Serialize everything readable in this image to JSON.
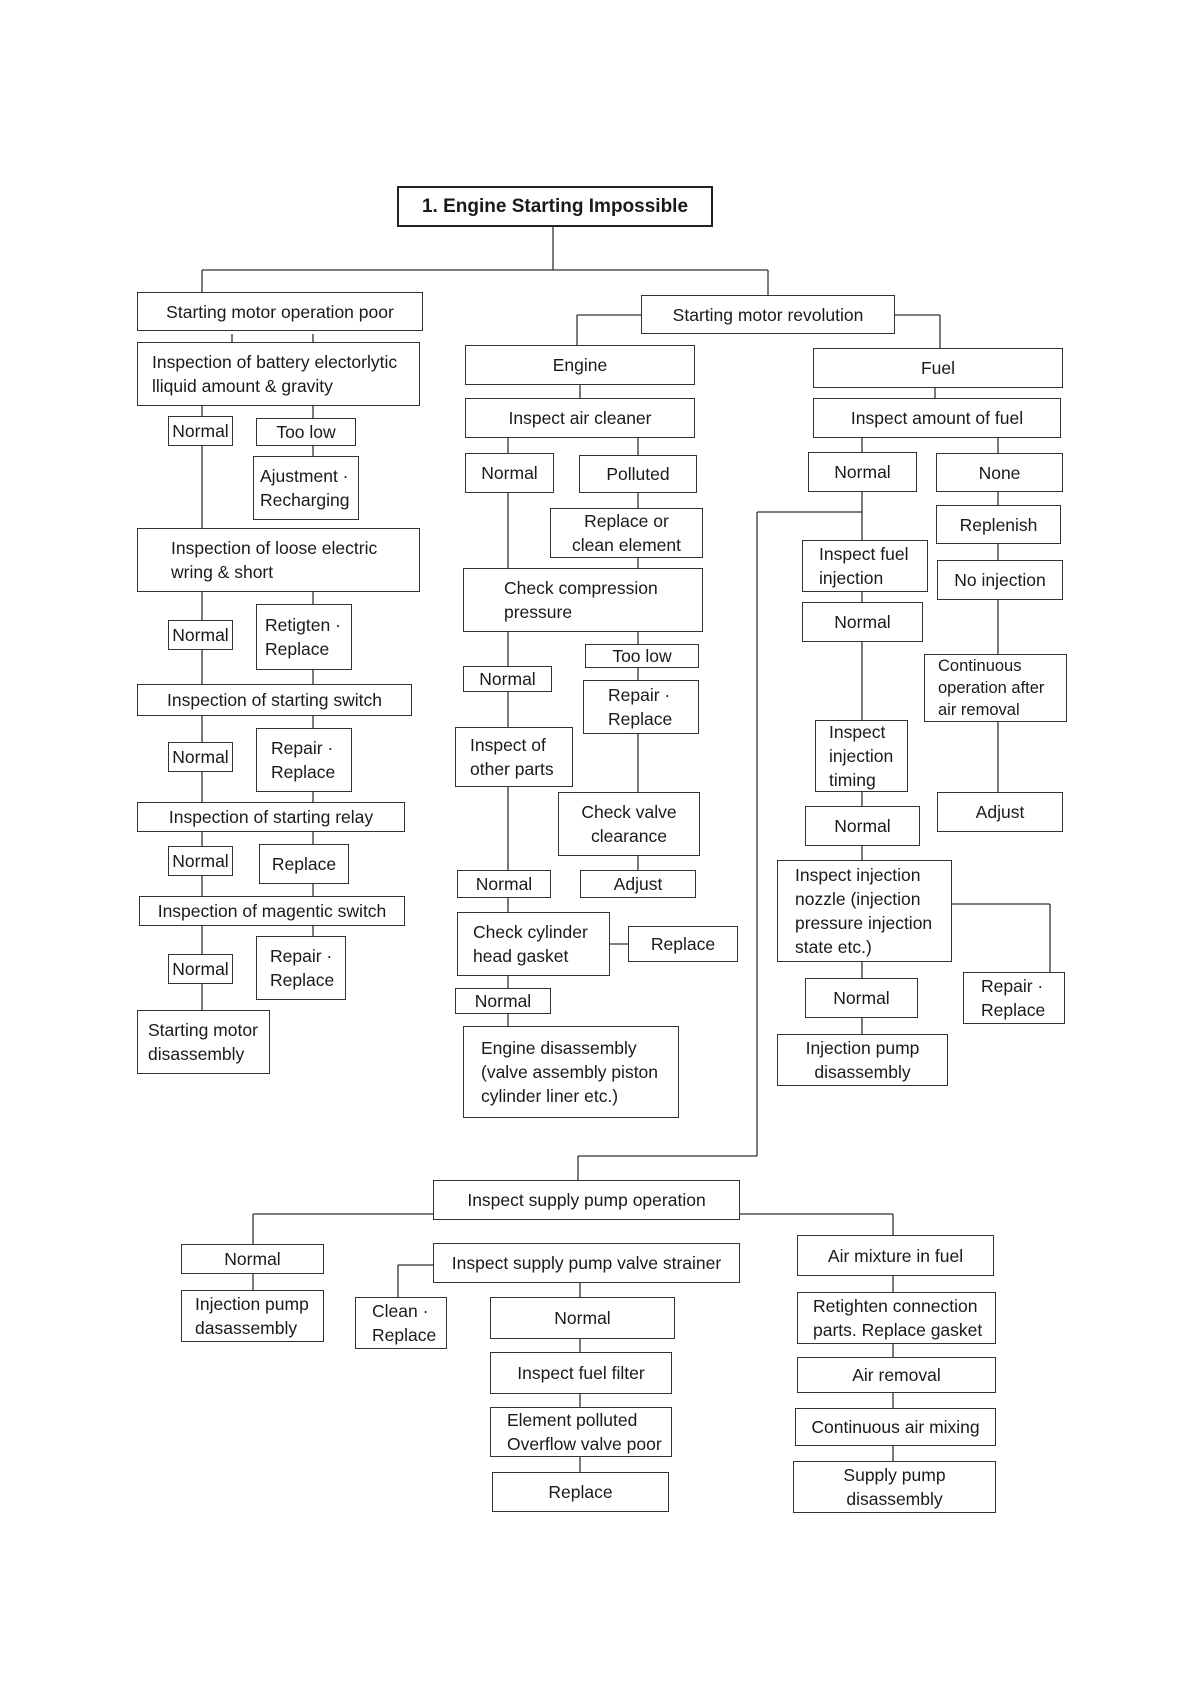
{
  "title": "1. Engine Starting Impossible",
  "motor_branch": {
    "root": "Starting motor operation poor",
    "battery": "Inspection of battery electorlytic\nlliquid amount & gravity",
    "battery_normal": "Normal",
    "battery_low": "Too low",
    "battery_fix": "Ajustment ·\nRecharging",
    "wiring": "Inspection of loose electric\nwring & short",
    "wiring_normal": "Normal",
    "wiring_fix": "Retigten ·\nReplace",
    "switch": "Inspection of starting switch",
    "switch_normal": "Normal",
    "switch_fix": "Repair ·\nReplace",
    "relay": "Inspection of starting relay",
    "relay_normal": "Normal",
    "relay_fix": "Replace",
    "magnetic": "Inspection of magentic switch",
    "magnetic_normal": "Normal",
    "magnetic_fix": "Repair ·\nReplace",
    "end": "Starting motor\ndisassembly"
  },
  "revolution": "Starting motor revolution",
  "engine_branch": {
    "root": "Engine",
    "air_cleaner": "Inspect air cleaner",
    "air_normal": "Normal",
    "air_polluted": "Polluted",
    "air_fix": "Replace or\nclean element",
    "compression": "Check compression\npressure",
    "comp_normal": "Normal",
    "comp_low": "Too low",
    "comp_fix": "Repair ·\nReplace",
    "other_parts": "Inspect of\nother parts",
    "valve_clearance": "Check valve\nclearance",
    "other_normal": "Normal",
    "adjust": "Adjust",
    "gasket": "Check cylinder\nhead gasket",
    "gasket_replace": "Replace",
    "gasket_normal": "Normal",
    "end": "Engine disassembly\n(valve assembly piston\ncylinder liner etc.)"
  },
  "fuel_branch": {
    "root": "Fuel",
    "amount": "Inspect amount of fuel",
    "amount_normal": "Normal",
    "amount_none": "None",
    "replenish": "Replenish",
    "no_injection": "No injection",
    "continuous": "Continuous\noperation after\nair removal",
    "adjust": "Adjust",
    "injection": "Inspect fuel\ninjection",
    "injection_normal": "Normal",
    "timing": "Inspect\ninjection\ntiming",
    "timing_normal": "Normal",
    "nozzle": "Inspect injection\nnozzle (injection\npressure injection\nstate etc.)",
    "nozzle_fix": "Repair ·\nReplace",
    "nozzle_normal": "Normal",
    "end": "Injection pump\ndisassembly"
  },
  "supply_branch": {
    "root": "Inspect supply pump operation",
    "left_normal": "Normal",
    "left_end": "Injection pump\ndasassembly",
    "strainer": "Inspect supply pump valve strainer",
    "strainer_fix": "Clean ·\nReplace",
    "strainer_normal": "Normal",
    "filter": "Inspect fuel filter",
    "filter_state": "Element polluted\nOverflow valve poor",
    "filter_fix": "Replace",
    "air": "Air mixture in fuel",
    "air_fix": "Retighten connection\nparts. Replace gasket",
    "air_removal": "Air removal",
    "air_continuous": "Continuous air mixing",
    "end": "Supply pump\ndisassembly"
  }
}
